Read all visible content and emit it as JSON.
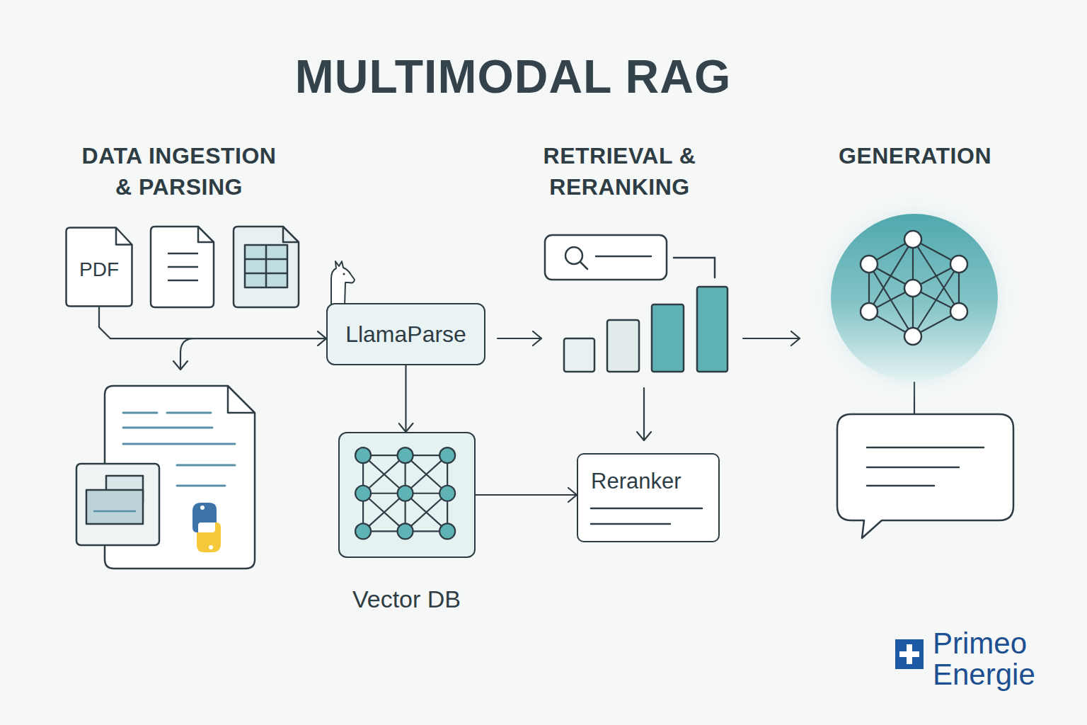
{
  "diagram": {
    "title": "MULTIMODAL RAG",
    "nodes": [
      {
        "text": [
          "PDF"
        ]
      },
      {
        "text": [
          "LlamaParse"
        ]
      },
      {
        "text": [
          "Vector DB"
        ]
      },
      {
        "text": [
          "Reranker"
        ]
      }
    ],
    "edges": [
      {
        "from": 0,
        "to": 1,
        "arrow": "to"
      },
      {
        "from": 1,
        "to": 2,
        "arrow": "to"
      },
      {
        "from": 2,
        "to": 3,
        "arrow": "to"
      }
    ],
    "labels": [
      "DATA INGESTION & PARSING",
      "RETRIEVAL & RERANKING",
      "GENERATION",
      "Primeo",
      "Energie"
    ]
  }
}
